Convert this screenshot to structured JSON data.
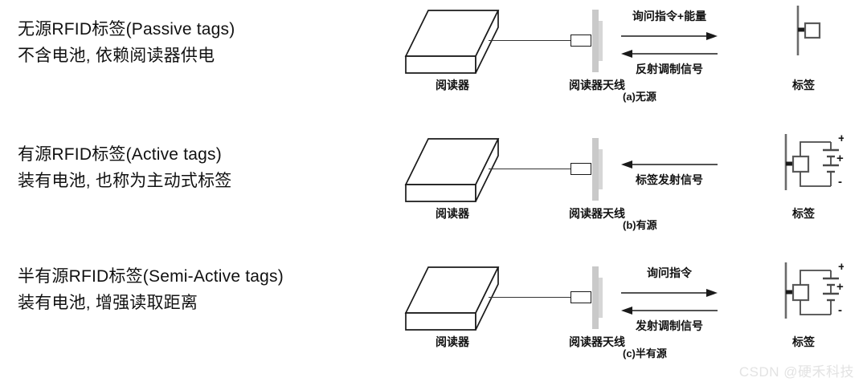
{
  "figure": {
    "watermark": "CSDN @硬禾科技",
    "colors": {
      "stroke": "#1a1a1a",
      "antenna": "#c9c9c9",
      "background": "#ffffff",
      "watermark": "#e3e3e3"
    }
  },
  "rows": [
    {
      "id": "passive",
      "desc_line1": "无源RFID标签(Passive tags)",
      "desc_line2": "不含电池, 依赖阅读器供电",
      "reader_label": "阅读器",
      "antenna_label": "阅读器天线",
      "tag_label": "标签",
      "caption": "(a)无源",
      "signals": [
        {
          "text": "询问指令+能量",
          "direction": "right"
        },
        {
          "text": "反射调制信号",
          "direction": "left"
        }
      ],
      "tag_type": "passive",
      "battery_marks": []
    },
    {
      "id": "active",
      "desc_line1": "有源RFID标签(Active tags)",
      "desc_line2": "装有电池, 也称为主动式标签",
      "reader_label": "阅读器",
      "antenna_label": "阅读器天线",
      "tag_label": "标签",
      "caption": "(b)有源",
      "signals": [
        {
          "text": "标签发射信号",
          "direction": "left"
        }
      ],
      "tag_type": "battery",
      "battery_marks": [
        "+",
        "+",
        "-"
      ]
    },
    {
      "id": "semi-active",
      "desc_line1": "半有源RFID标签(Semi-Active tags)",
      "desc_line2": "装有电池, 增强读取距离",
      "reader_label": "阅读器",
      "antenna_label": "阅读器天线",
      "tag_label": "标签",
      "caption": "(c)半有源",
      "signals": [
        {
          "text": "询问指令",
          "direction": "right"
        },
        {
          "text": "发射调制信号",
          "direction": "left"
        }
      ],
      "tag_type": "battery",
      "battery_marks": [
        "+",
        "+",
        "-"
      ]
    }
  ]
}
